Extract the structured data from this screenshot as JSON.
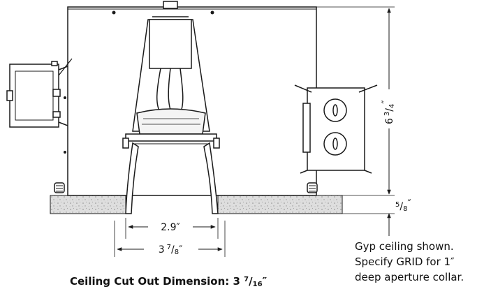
{
  "dimensions": {
    "height": {
      "whole": "6",
      "num": "3",
      "den": "4",
      "mark": "″"
    },
    "ceiling": {
      "num": "5",
      "den": "8",
      "mark": "″"
    },
    "inner": {
      "text": "2.9″"
    },
    "outer": {
      "whole": "3",
      "num": "7",
      "den": "8",
      "mark": "″"
    }
  },
  "note": {
    "lines": [
      "Gyp ceiling shown.",
      "Specify GRID for 1″",
      "deep aperture collar."
    ]
  },
  "caption": {
    "prefix": "Ceiling Cut Out Dimension: 3 ",
    "num": "7",
    "den": "16",
    "mark": "″"
  },
  "colors": {
    "line": "#1a1a1a",
    "drywall": "#dcdcdc",
    "drywall_dots": "#9a9a9a"
  }
}
